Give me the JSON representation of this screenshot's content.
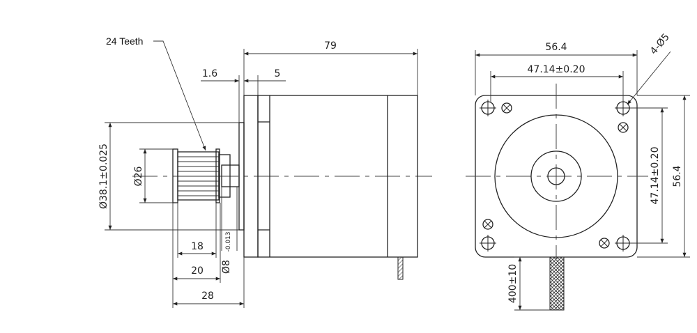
{
  "labels": {
    "teeth": "24 Teeth"
  },
  "side_view": {
    "body_length": "79",
    "flange_thickness": "1.6",
    "boss_length": "5",
    "pilot_diameter": "Ø38.1±0.025",
    "pulley_diameter": "Ø26",
    "dim_18": "18",
    "dim_20": "20",
    "dim_28": "28",
    "shaft_diameter": "Ø8",
    "shaft_tolerance": "-0.013"
  },
  "front_view": {
    "width": "56.4",
    "height": "56.4",
    "hole_spacing_h": "47.14±0.20",
    "hole_spacing_v": "47.14±0.20",
    "holes": "4-Ø5",
    "lead_length": "400±10"
  }
}
